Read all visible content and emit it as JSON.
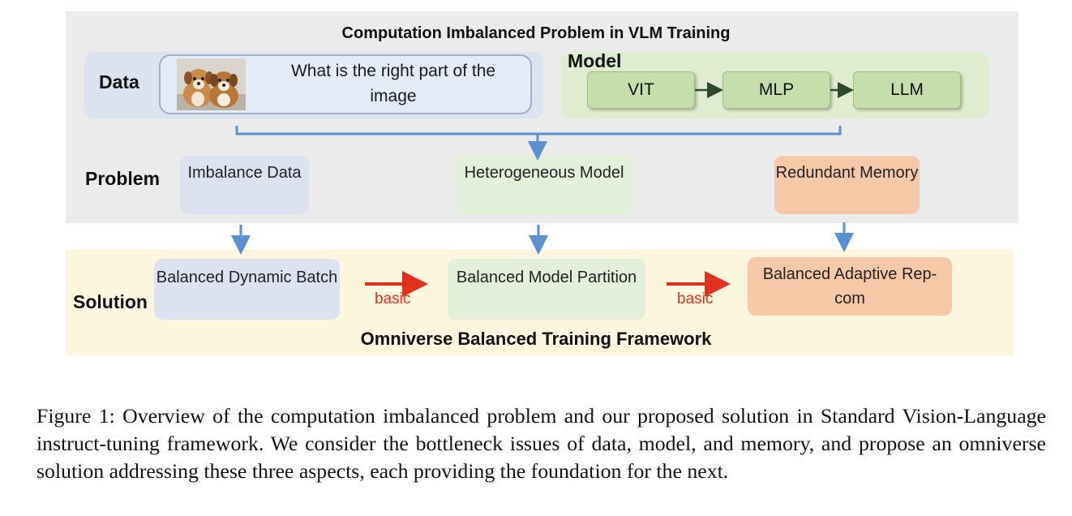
{
  "diagram": {
    "title": "Computation Imbalanced Problem in VLM Training",
    "data": {
      "label": "Data",
      "image_description": "puppies",
      "question": "What is the right part of the image"
    },
    "model": {
      "label": "Model",
      "components": [
        "VIT",
        "MLP",
        "LLM"
      ]
    },
    "problem": {
      "label": "Problem",
      "items": [
        "Imbalance Data",
        "Heterogeneous Model",
        "Redundant Memory"
      ]
    },
    "solution": {
      "label": "Solution",
      "items": [
        "Balanced Dynamic Batch",
        "Balanced Model Partition",
        "Balanced Adaptive Rep-com"
      ],
      "connector_label": "basic",
      "framework_title": "Omniverse Balanced Training Framework"
    },
    "colors": {
      "panel_gray": "#ebebeb",
      "panel_cream": "#fdf6de",
      "blue_box": "#dde2f1",
      "green_box": "#e2f0d9",
      "orange_box": "#f4c8a8",
      "blue_arrow": "#5b8fd0",
      "red_arrow": "#e0301e"
    }
  },
  "caption": "Figure 1: Overview of the computation imbalanced problem and our proposed solution in Standard Vision-Language instruct-tuning framework. We consider the bottleneck issues of data, model, and memory, and propose an omniverse solution addressing these three aspects, each providing the foundation for the next."
}
